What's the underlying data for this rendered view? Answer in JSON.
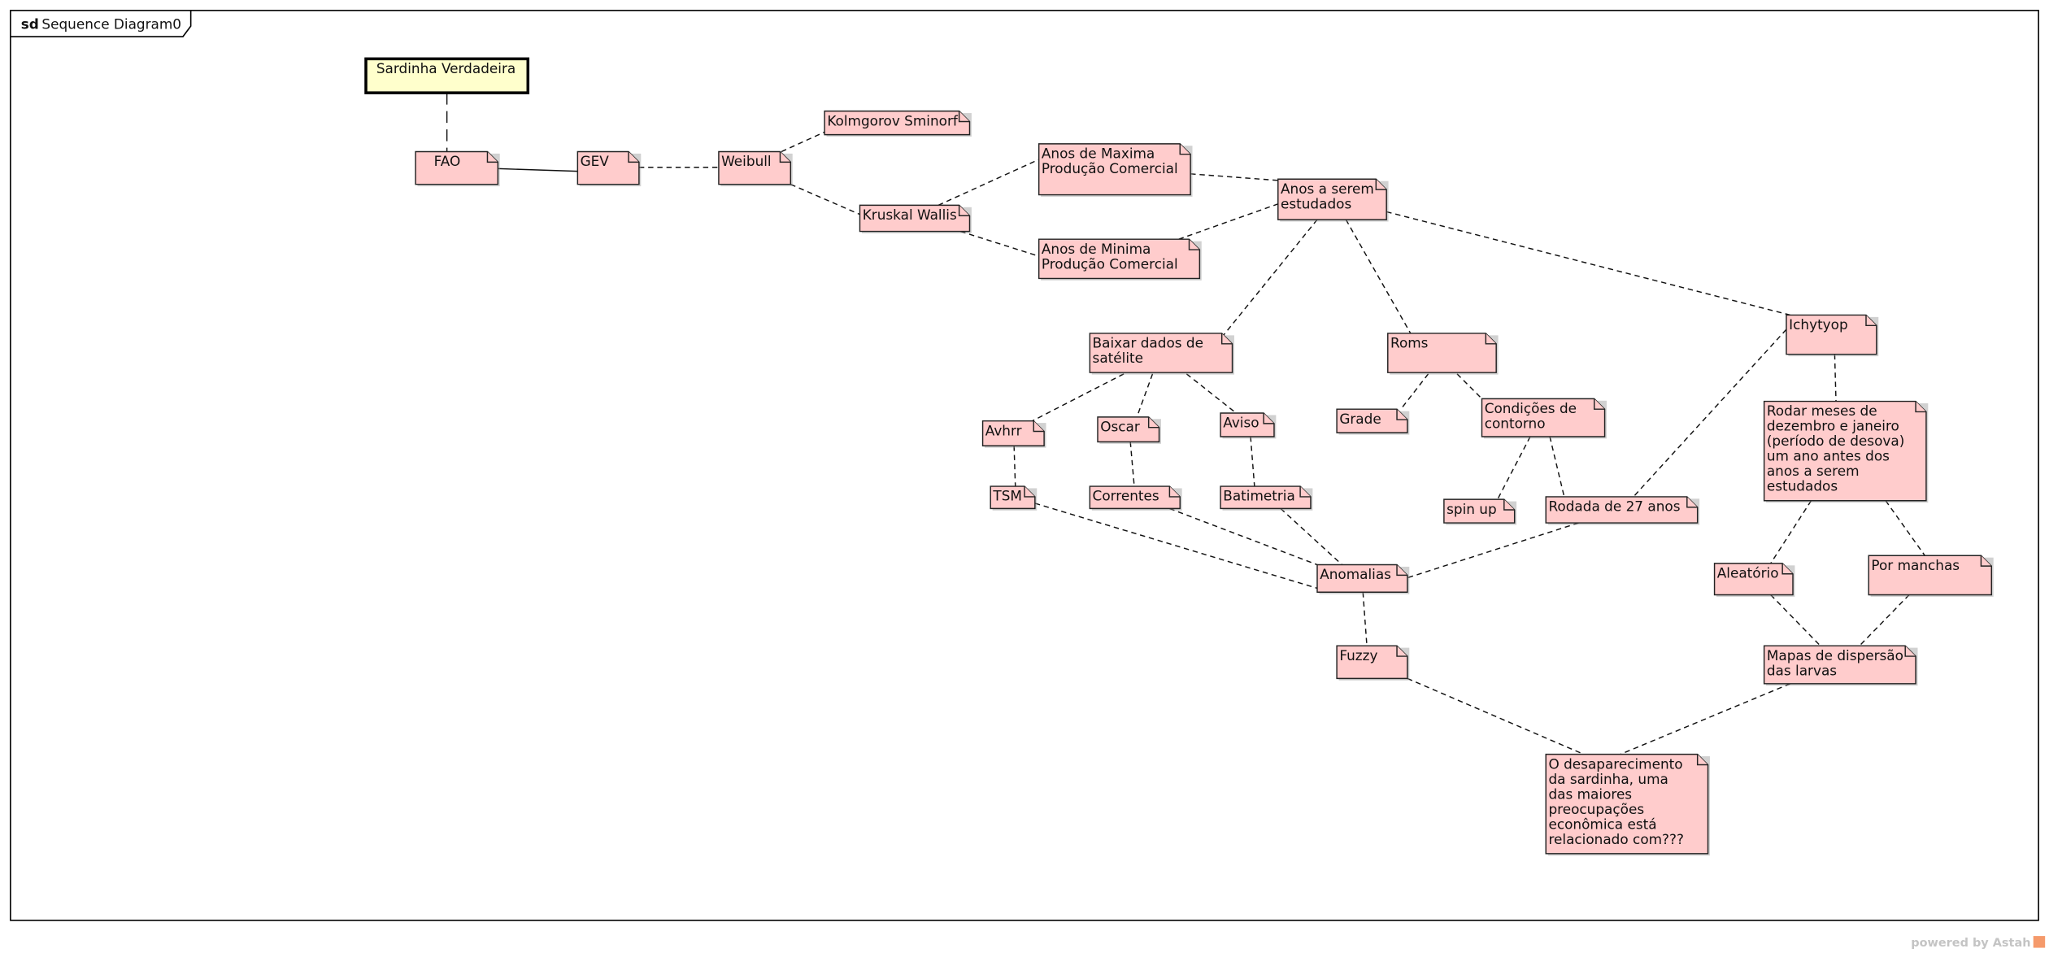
{
  "frame": {
    "keyword": "sd",
    "title": "Sequence Diagram0"
  },
  "nodes": {
    "sardinha": {
      "lines": [
        "Sardinha Verdadeira"
      ]
    },
    "fao": {
      "lines": [
        "FAO"
      ]
    },
    "gev": {
      "lines": [
        "GEV"
      ]
    },
    "weibull": {
      "lines": [
        "Weibull"
      ]
    },
    "kolmgorov": {
      "lines": [
        "Kolmgorov Sminorf"
      ]
    },
    "kruskal": {
      "lines": [
        "Kruskal Wallis"
      ]
    },
    "anos_max": {
      "lines": [
        "Anos de Maxima",
        "Produção Comercial"
      ]
    },
    "anos_min": {
      "lines": [
        "Anos de Minima",
        "Produção Comercial"
      ]
    },
    "anos_estudados": {
      "lines": [
        "Anos a serem",
        "estudados"
      ]
    },
    "baixar": {
      "lines": [
        "Baixar dados de",
        "satélite"
      ]
    },
    "roms": {
      "lines": [
        "Roms"
      ]
    },
    "ichytyop": {
      "lines": [
        "Ichytyop"
      ]
    },
    "avhrr": {
      "lines": [
        "Avhrr"
      ]
    },
    "oscar": {
      "lines": [
        "Oscar"
      ]
    },
    "aviso": {
      "lines": [
        "Aviso"
      ]
    },
    "grade": {
      "lines": [
        "Grade"
      ]
    },
    "condicoes": {
      "lines": [
        "Condições de",
        "contorno"
      ]
    },
    "tsm": {
      "lines": [
        "TSM"
      ]
    },
    "correntes": {
      "lines": [
        "Correntes"
      ]
    },
    "batimetria": {
      "lines": [
        "Batimetria"
      ]
    },
    "spinup": {
      "lines": [
        "spin up"
      ]
    },
    "rodada": {
      "lines": [
        "Rodada de 27 anos"
      ]
    },
    "rodar": {
      "lines": [
        "Rodar meses de",
        "dezembro e janeiro",
        "(período de desova)",
        "um ano antes dos",
        "anos a serem",
        "estudados"
      ]
    },
    "aleatorio": {
      "lines": [
        "Aleatório"
      ]
    },
    "manchas": {
      "lines": [
        "Por manchas"
      ]
    },
    "anomalias": {
      "lines": [
        "Anomalias"
      ]
    },
    "fuzzy": {
      "lines": [
        "Fuzzy"
      ]
    },
    "mapas": {
      "lines": [
        "Mapas de dispersão",
        "das larvas"
      ]
    },
    "desaparecimento": {
      "lines": [
        "O desaparecimento",
        "da sardinha, uma",
        "das maiores",
        "preocupações",
        "econômica está",
        "relacionado com???"
      ]
    }
  },
  "footer": {
    "text": "powered by Astah"
  },
  "colors": {
    "note_fill": "#ffcccc",
    "actor_fill": "#ffffcc",
    "footer_logo": "#f59a6b"
  }
}
